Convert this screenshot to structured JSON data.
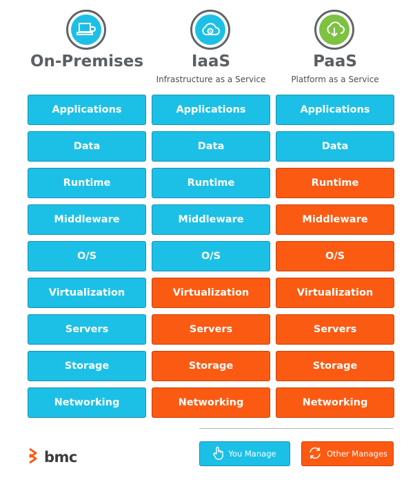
{
  "columns": [
    {
      "title": "On-Premises",
      "subtitle": "",
      "icon": "laptop-icon",
      "icon_color": "#1cc0e6",
      "layers": [
        {
          "label": "Applications",
          "managed_by": "you"
        },
        {
          "label": "Data",
          "managed_by": "you"
        },
        {
          "label": "Runtime",
          "managed_by": "you"
        },
        {
          "label": "Middleware",
          "managed_by": "you"
        },
        {
          "label": "O/S",
          "managed_by": "you"
        },
        {
          "label": "Virtualization",
          "managed_by": "you"
        },
        {
          "label": "Servers",
          "managed_by": "you"
        },
        {
          "label": "Storage",
          "managed_by": "you"
        },
        {
          "label": "Networking",
          "managed_by": "you"
        }
      ]
    },
    {
      "title": "IaaS",
      "subtitle": "Infrastructure as a Service",
      "icon": "cloud-gear-icon",
      "icon_color": "#1cc0e6",
      "layers": [
        {
          "label": "Applications",
          "managed_by": "you"
        },
        {
          "label": "Data",
          "managed_by": "you"
        },
        {
          "label": "Runtime",
          "managed_by": "you"
        },
        {
          "label": "Middleware",
          "managed_by": "you"
        },
        {
          "label": "O/S",
          "managed_by": "you"
        },
        {
          "label": "Virtualization",
          "managed_by": "other"
        },
        {
          "label": "Servers",
          "managed_by": "other"
        },
        {
          "label": "Storage",
          "managed_by": "other"
        },
        {
          "label": "Networking",
          "managed_by": "other"
        }
      ]
    },
    {
      "title": "PaaS",
      "subtitle": "Platform as a Service",
      "icon": "cloud-download-icon",
      "icon_color": "#7dc242",
      "layers": [
        {
          "label": "Applications",
          "managed_by": "you"
        },
        {
          "label": "Data",
          "managed_by": "you"
        },
        {
          "label": "Runtime",
          "managed_by": "other"
        },
        {
          "label": "Middleware",
          "managed_by": "other"
        },
        {
          "label": "O/S",
          "managed_by": "other"
        },
        {
          "label": "Virtualization",
          "managed_by": "other"
        },
        {
          "label": "Servers",
          "managed_by": "other"
        },
        {
          "label": "Storage",
          "managed_by": "other"
        },
        {
          "label": "Networking",
          "managed_by": "other"
        }
      ]
    }
  ],
  "legend": {
    "you_label": "You Manage",
    "other_label": "Other Manages",
    "you_icon": "hand-pointer-icon",
    "other_icon": "refresh-icon"
  },
  "colors": {
    "you_manage": "#1cc0e6",
    "other_manages": "#fb5a12",
    "icon_ring": "#5f6468"
  },
  "logo": {
    "text": "bmc",
    "icon": "bmc-chevron-icon",
    "color": "#fb5a12"
  }
}
